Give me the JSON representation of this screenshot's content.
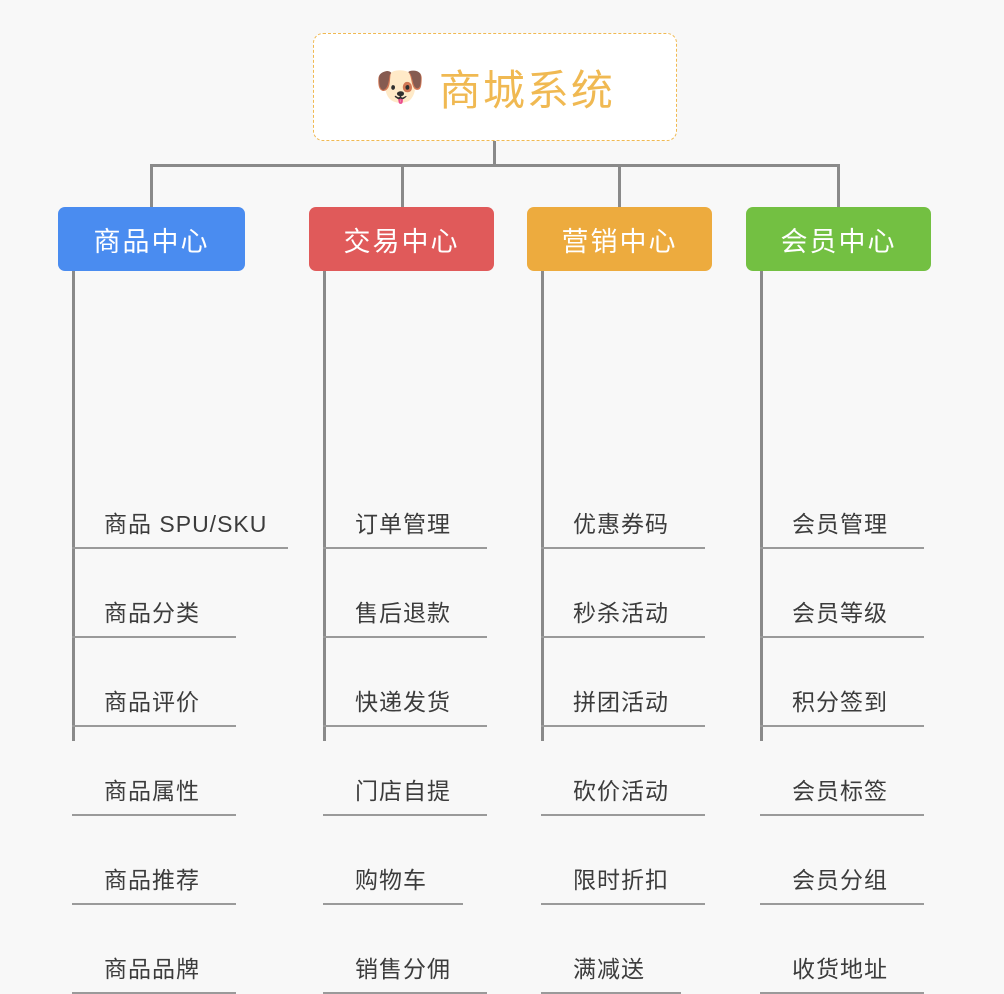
{
  "diagram": {
    "type": "organization-tree",
    "background_color": "#f8f8f8",
    "connector_color": "#8a8a8a",
    "root": {
      "title": "商城系统",
      "icon": "dog-face-emoji",
      "icon_glyph": "🐶",
      "text_color": "#f0b952",
      "border_color": "#f0b952",
      "background_color": "#ffffff"
    },
    "categories": [
      {
        "label": "商品中心",
        "color": "#4a8cf0",
        "items": [
          "商品 SPU/SKU",
          "商品分类",
          "商品评价",
          "商品属性",
          "商品推荐",
          "商品品牌"
        ]
      },
      {
        "label": "交易中心",
        "color": "#e05a5a",
        "items": [
          "订单管理",
          "售后退款",
          "快递发货",
          "门店自提",
          "购物车",
          "销售分佣"
        ]
      },
      {
        "label": "营销中心",
        "color": "#edab3e",
        "items": [
          "优惠券码",
          "秒杀活动",
          "拼团活动",
          "砍价活动",
          "限时折扣",
          "满减送"
        ]
      },
      {
        "label": "会员中心",
        "color": "#73c042",
        "items": [
          "会员管理",
          "会员等级",
          "积分签到",
          "会员标签",
          "会员分组",
          "收货地址"
        ]
      }
    ]
  }
}
